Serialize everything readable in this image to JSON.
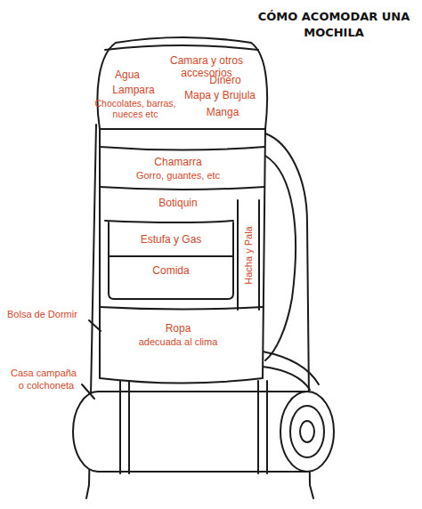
{
  "diagram": {
    "title": "CÓMO ACOMODAR UNA MOCHILA",
    "labels": [
      "Camara y otros accesorios",
      "Agua",
      "Dinero",
      "Lampara",
      "Mapa y Brujula",
      "Chocolates, barras, nueces etc",
      "Manga",
      "Chamarra",
      "Gorro, guantes, etc",
      "Botiquin",
      "Estufa y Gas",
      "Comida",
      "Hacha y Pala",
      "Ropa",
      "adecuada al clima",
      "Bolsa de Dormir",
      "Casa campaña",
      "o colchoneta"
    ]
  }
}
